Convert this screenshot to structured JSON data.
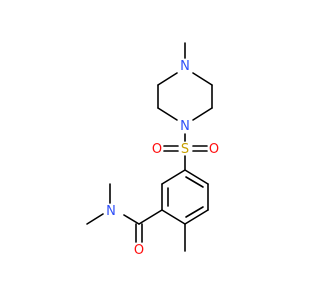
{
  "molecule": {
    "atoms": {
      "piperazine_n_top": "N",
      "piperazine_n_bottom": "N",
      "sulfur": "S",
      "sulfonyl_o_left": "O",
      "sulfonyl_o_right": "O",
      "amide_n": "N",
      "amide_o": "O"
    },
    "colors": {
      "bond": "#000000",
      "nitrogen": "#3050F8",
      "oxygen": "#FF0D0D",
      "sulfur": "#C8A000",
      "background": "#FFFFFF"
    }
  }
}
